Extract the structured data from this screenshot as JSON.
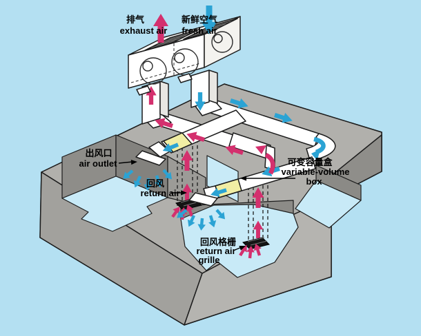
{
  "diagram": {
    "type": "hvac-vav-system-isometric",
    "background_color": "#b4e0f2",
    "labels": {
      "exhaust_air": {
        "zh": "排气",
        "en": "exhaust air"
      },
      "fresh_air": {
        "zh": "新鲜空气",
        "en": "fresh air"
      },
      "air_outlet": {
        "zh": "出风口",
        "en": "air outlet"
      },
      "return_air": {
        "zh": "回风",
        "en": "return air"
      },
      "variable_volume_box": {
        "zh": "可变容量盒",
        "en1": "variable-volume",
        "en2": "box"
      },
      "return_air_grille": {
        "zh": "回风格栅",
        "en1": "return air",
        "en2": "grille"
      }
    },
    "colors": {
      "supply_air_arrow": "#2ba3d4",
      "return_air_arrow": "#d4306e",
      "vav_box_fill": "#f1eea4",
      "duct_fill": "#ffffff",
      "floor_fill": "#c8eaf7",
      "roof_fill": "#b1b0ac",
      "outline": "#1c1c1c"
    }
  }
}
